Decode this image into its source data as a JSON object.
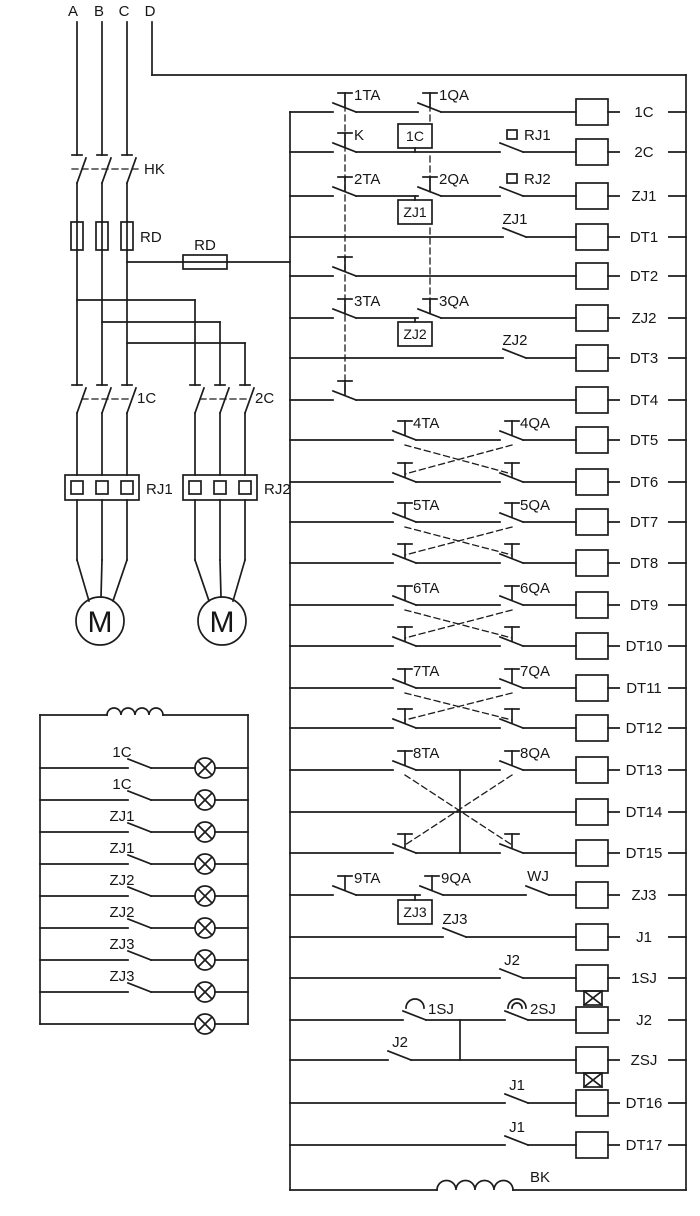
{
  "style": {
    "line_color": "#1c1c1c",
    "background": "#ffffff"
  },
  "terminals": [
    "A",
    "B",
    "C",
    "D"
  ],
  "power": {
    "knife_switch": "HK",
    "fuse_3ph": "RD",
    "fuse_control": "RD",
    "contactor_1": "1C",
    "contactor_2": "2C",
    "overload_1": "RJ1",
    "overload_2": "RJ2",
    "motor_1": "M",
    "motor_2": "M"
  },
  "ladder": {
    "coils": [
      "1C",
      "2C",
      "ZJ1",
      "DT1",
      "DT2",
      "ZJ2",
      "DT3",
      "DT4",
      "DT5",
      "DT6",
      "DT7",
      "DT8",
      "DT9",
      "DT10",
      "DT11",
      "DT12",
      "DT13",
      "DT14",
      "DT15",
      "ZJ3",
      "J1",
      "1SJ",
      "J2",
      "ZSJ",
      "DT16",
      "DT17"
    ],
    "contacts": {
      "r1": [
        "1TA",
        "1QA"
      ],
      "r2_k": "K",
      "r2_box": "1C",
      "r2_rj": "RJ1",
      "r3": [
        "2TA",
        "2QA"
      ],
      "r3_box": "ZJ1",
      "r3_rj": "RJ2",
      "r4": "ZJ1",
      "r6": [
        "3TA",
        "3QA"
      ],
      "r6_box": "ZJ2",
      "r7": "ZJ2",
      "groups": [
        [
          "4TA",
          "4QA"
        ],
        [
          "5TA",
          "5QA"
        ],
        [
          "6TA",
          "6QA"
        ],
        [
          "7TA",
          "7QA"
        ],
        [
          "8TA",
          "8QA"
        ]
      ],
      "r20": [
        "9TA",
        "9QA"
      ],
      "r20_box": "ZJ3",
      "r20_wj": "WJ",
      "r21": "ZJ3",
      "r22": "J2",
      "r23": [
        "1SJ",
        "2SJ"
      ],
      "r24": "J2",
      "r25": "J1",
      "r26": "J1"
    },
    "transformer": "BK"
  },
  "lamp_panel": {
    "contact_labels": [
      "1C",
      "1C",
      "ZJ1",
      "ZJ1",
      "ZJ2",
      "ZJ2",
      "ZJ3",
      "ZJ3"
    ]
  }
}
